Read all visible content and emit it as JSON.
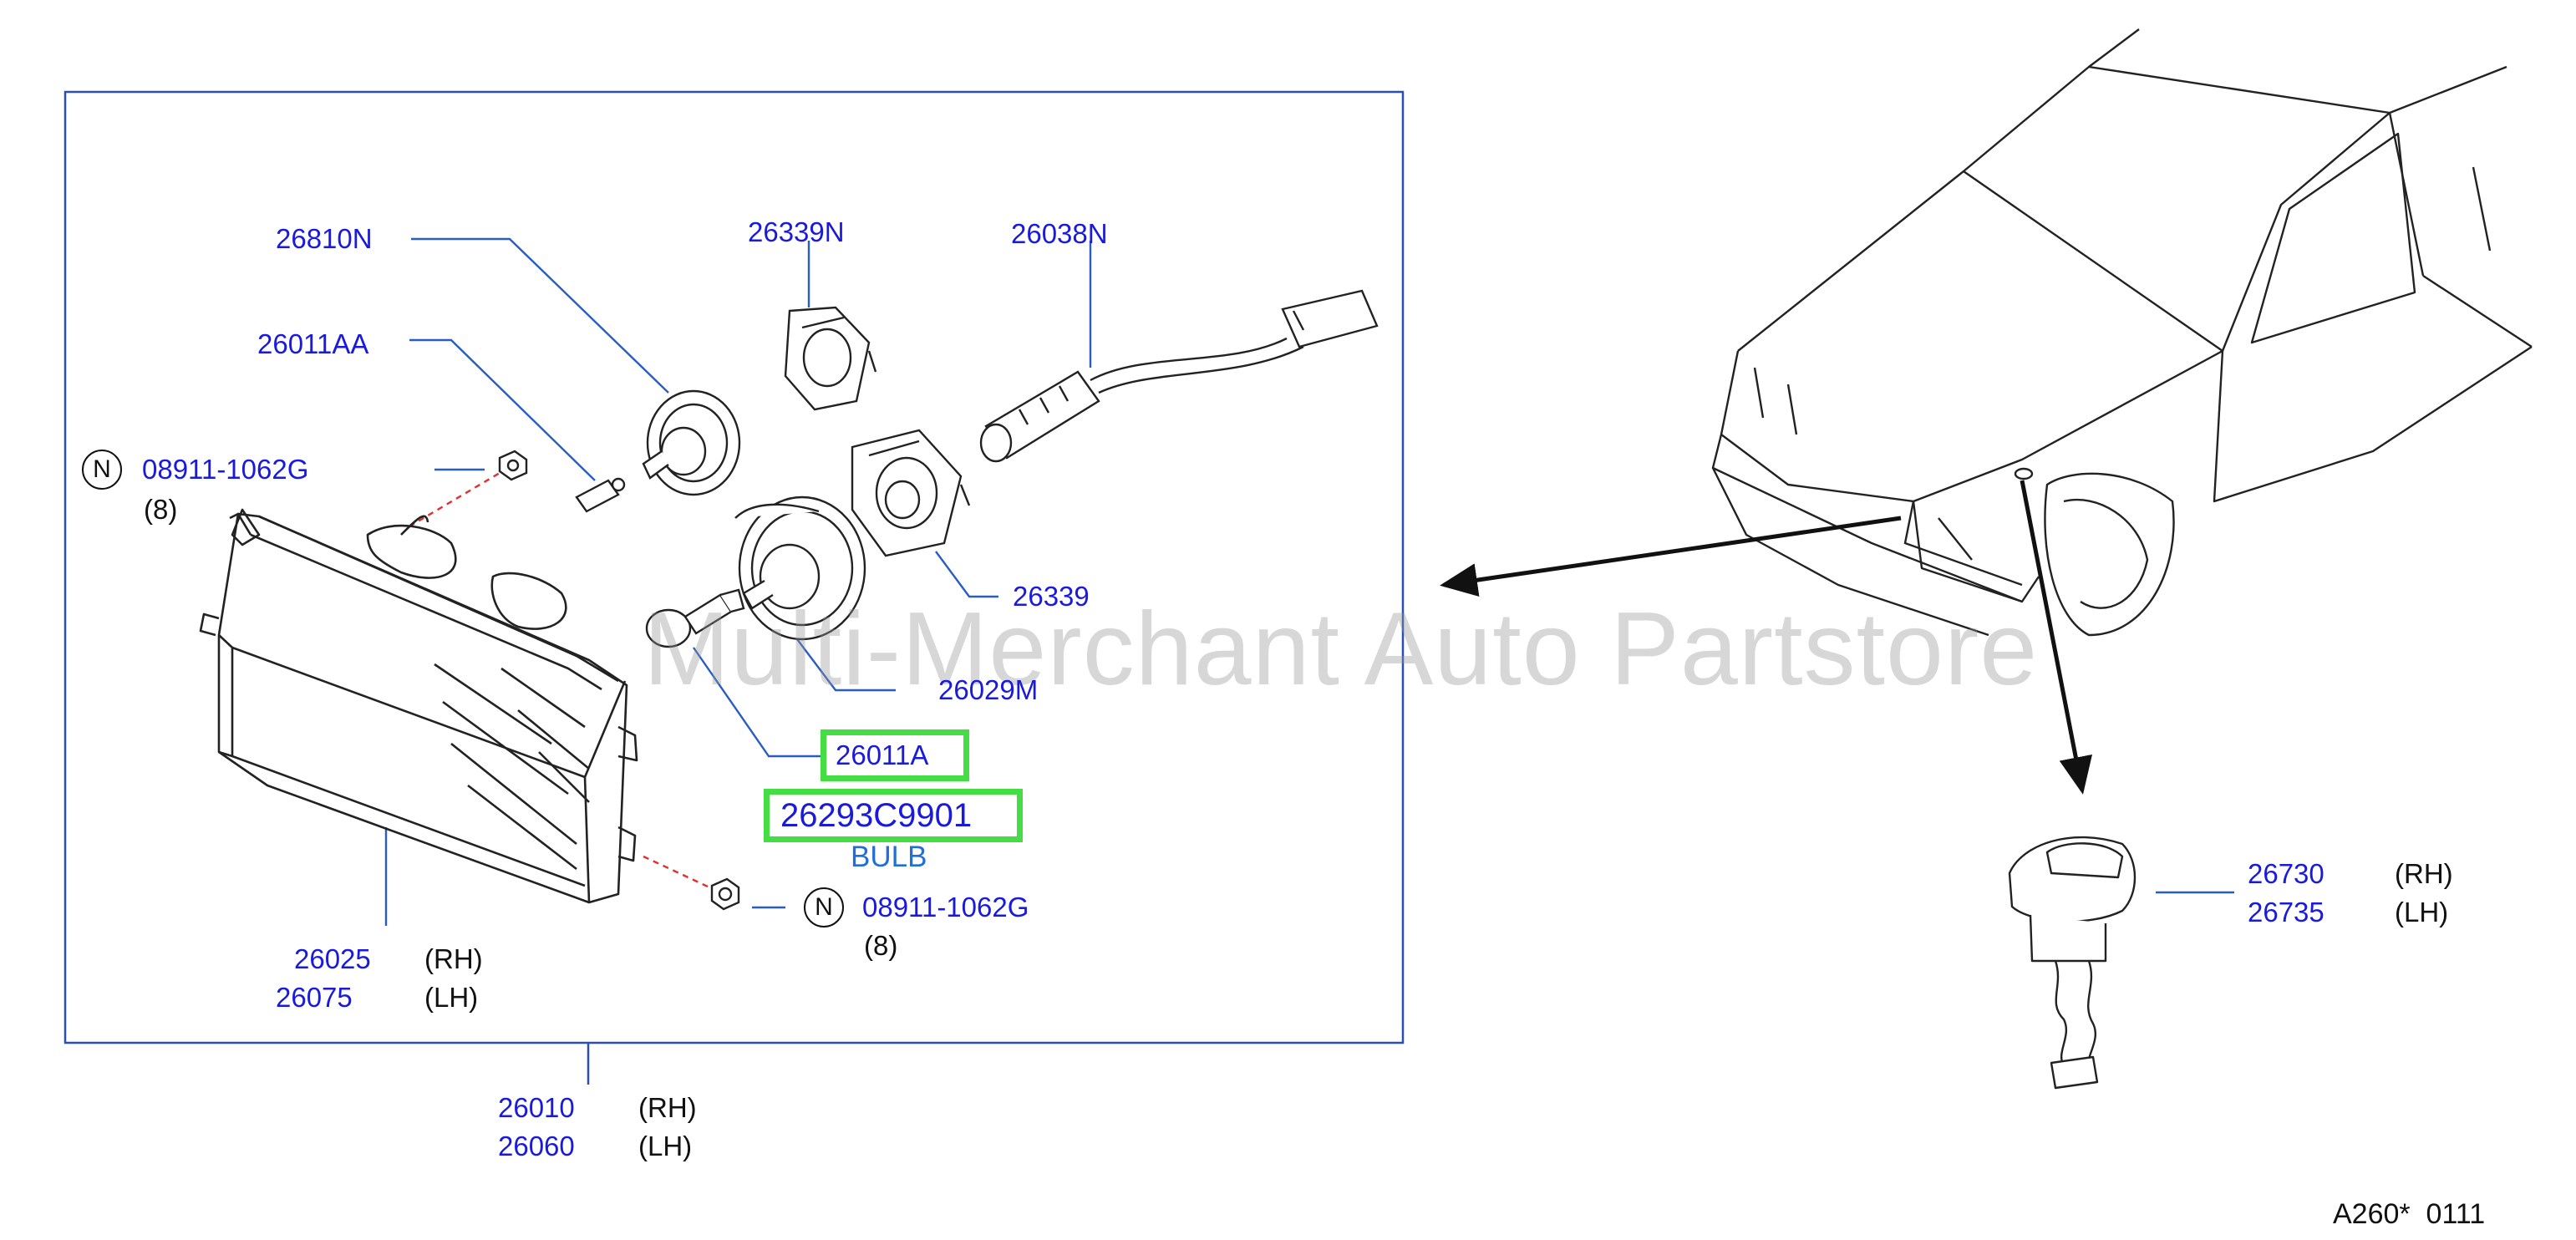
{
  "watermark": "Multi-Merchant Auto Partstore",
  "diagram_code": "A260*  0111",
  "headlamp": {
    "part_26810N": "26810N",
    "part_26339N": "26339N",
    "part_26038N": "26038N",
    "part_26011AA": "26011AA",
    "nut_top_circle": "N",
    "nut_top_part": "08911-1062G",
    "nut_top_qty": "(8)",
    "part_26339": "26339",
    "part_26029M": "26029M",
    "part_26011A": "26011A",
    "part_26293C9901": "26293C9901",
    "bulb_label": "BULB",
    "nut_bottom_circle": "N",
    "nut_bottom_part": "08911-1062G",
    "nut_bottom_qty": "(8)",
    "lamp_rh_part": "26025",
    "lamp_rh_side": "(RH)",
    "lamp_lh_part": "26075",
    "lamp_lh_side": "(LH)",
    "assy_rh_part": "26010",
    "assy_rh_side": "(RH)",
    "assy_lh_part": "26060",
    "assy_lh_side": "(LH)"
  },
  "side_lamp": {
    "rh_part": "26730",
    "rh_side": "(RH)",
    "lh_part": "26735",
    "lh_side": "(LH)"
  }
}
